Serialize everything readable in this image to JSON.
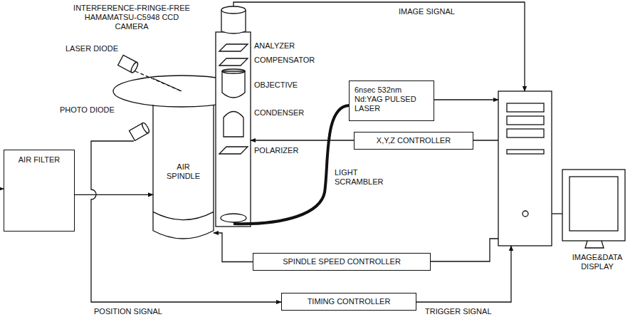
{
  "diagram": {
    "nodes": [
      {
        "text": [
          "6nsec 532nm Nd:YAG PULSED LASER"
        ]
      },
      {
        "text": [
          "AIR SPINDLE"
        ]
      },
      {
        "text": [
          "X,Y,Z CONTROLLER"
        ]
      },
      {
        "text": [
          "AIR FILTER"
        ]
      },
      {
        "text": [
          "SPINDLE SPEED CONTROLLER"
        ]
      },
      {
        "text": [
          "TIMING CONTROLLER"
        ]
      }
    ],
    "edges": [
      {
        "from": 3,
        "to": 1,
        "arrow": "to"
      },
      {
        "from": 4,
        "to": 1,
        "arrow": "to"
      }
    ],
    "labels": [
      "INTERFERENCE-FRINGE-FREE HAMAMATSU-C5948 CCD CAMERA",
      "IMAGE SIGNAL",
      "ANALYZER",
      "COMPENSATOR",
      "OBJECTIVE",
      "CONDENSER",
      "POLARIZER",
      "LASER DIODE",
      "PHOTO DIODE",
      "LIGHT SCRAMBLER",
      "IMAGE&DATA DISPLAY",
      "POSITION SIGNAL",
      "TRIGGER SIGNAL"
    ]
  }
}
